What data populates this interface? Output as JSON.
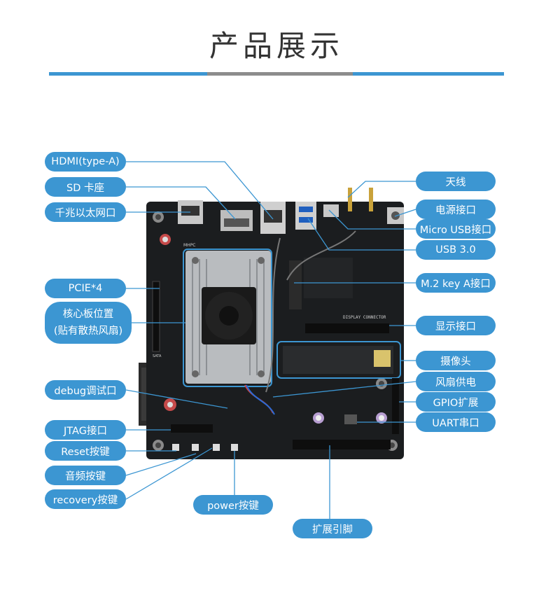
{
  "page": {
    "title": "产品展示"
  },
  "labels_left": {
    "hdmi": "HDMI(type-A)",
    "sd": "SD 卡座",
    "ethernet": "千兆以太网口",
    "pcie": "PCIE*4",
    "core_line1": "核心板位置",
    "core_line2": "(贴有散热风扇)",
    "debug": "debug调试口",
    "jtag": "JTAG接口",
    "reset": "Reset按键",
    "audio": "音频按键",
    "recovery": "recovery按键"
  },
  "labels_right": {
    "antenna": "天线",
    "power_port": "电源接口",
    "micro_usb": "Micro USB接口",
    "usb3": "USB 3.0",
    "m2": "M.2 key A接口",
    "display": "显示接口",
    "camera": "摄像头",
    "fan_power": "风扇供电",
    "gpio": "GPIO扩展",
    "uart": "UART串口"
  },
  "labels_bottom": {
    "power_button": "power按键",
    "expansion": "扩展引脚"
  },
  "board_text": {
    "display_connector": "DISPLAY CONNECTOR",
    "sata": "SATA",
    "mhpc": "MHPC"
  },
  "colors": {
    "accent": "#3c96d2",
    "pcb": "#1b1d1f",
    "heatsink": "#b9bcbf",
    "leader": "#3c96d2",
    "title": "#333333"
  }
}
